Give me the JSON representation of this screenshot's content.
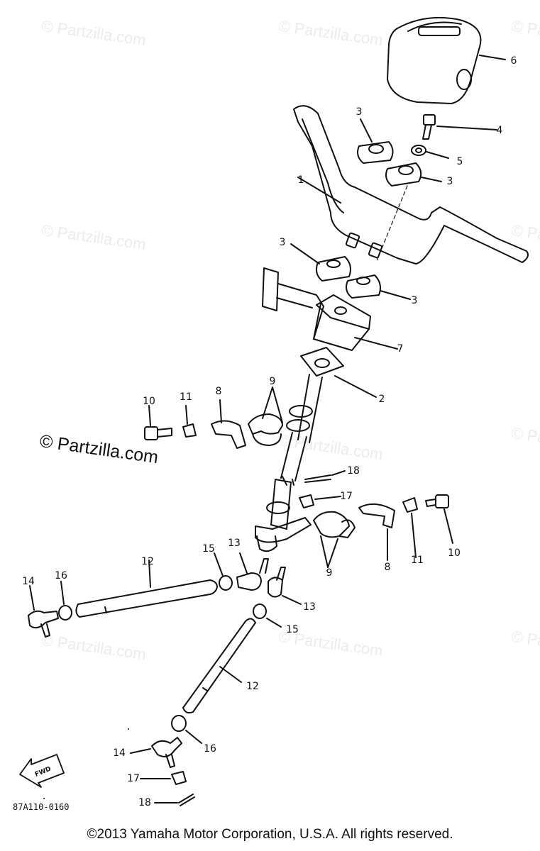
{
  "watermark_text": "© Partzilla.com",
  "drawing_code": "87A110-0160",
  "copyright": "©2013 Yamaha Motor Corporation, U.S.A. All rights reserved.",
  "fwd_arrow": "FWD",
  "callouts": {
    "c1": "1",
    "c2": "2",
    "c3a": "3",
    "c3b": "3",
    "c3c": "3",
    "c3d": "3",
    "c4": "4",
    "c5": "5",
    "c6": "6",
    "c7": "7",
    "c8a": "8",
    "c8b": "8",
    "c9a": "9",
    "c9b": "9",
    "c10a": "10",
    "c10b": "10",
    "c11a": "11",
    "c11b": "11",
    "c12a": "12",
    "c12b": "12",
    "c13a": "13",
    "c13b": "13",
    "c14a": "14",
    "c14b": "14",
    "c15a": "15",
    "c15b": "15",
    "c16a": "16",
    "c16b": "16",
    "c17a": "17",
    "c17b": "17",
    "c18a": "18",
    "c18b": "18"
  },
  "colors": {
    "ink": "#111111",
    "watermark": "#d9d9d9"
  }
}
